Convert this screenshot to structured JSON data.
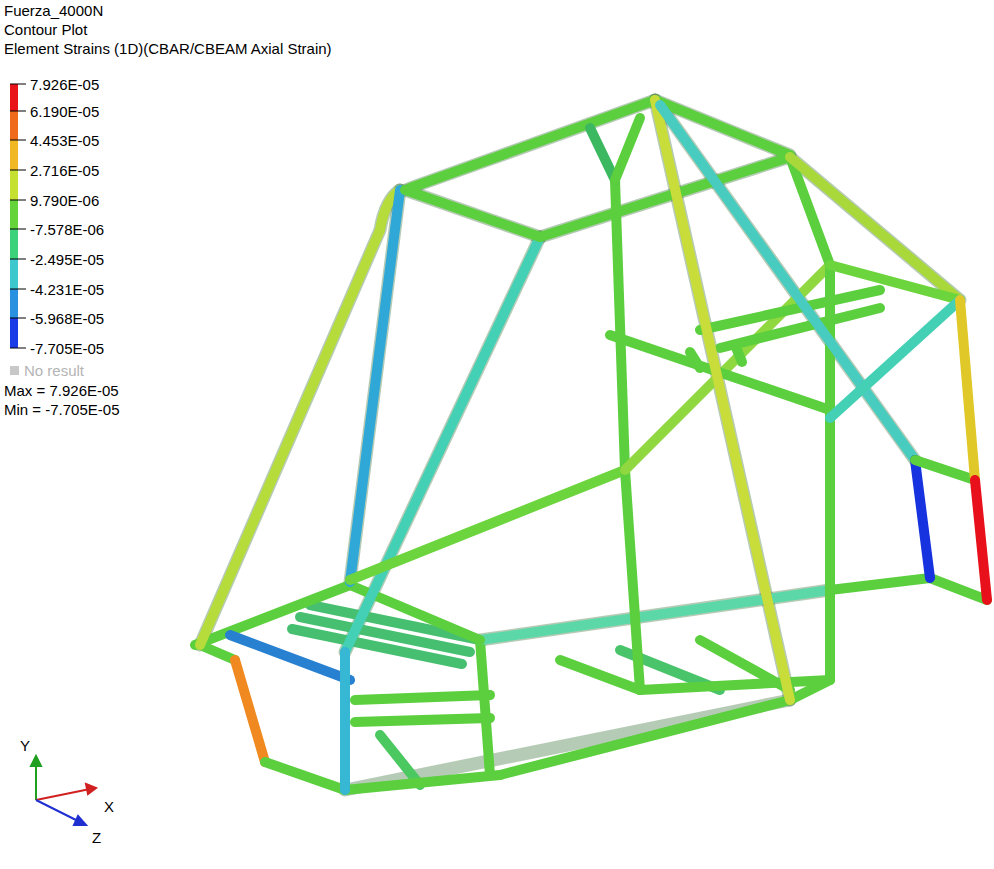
{
  "diagram": {
    "title": "Fuerza_4000N",
    "labels": [
      "Contour Plot",
      "Element Strains (1D)(CBAR/CBEAM Axial Strain)",
      "7.926E-05",
      "6.190E-05",
      "4.453E-05",
      "2.716E-05",
      "9.790E-06",
      "-7.578E-06",
      "-2.495E-05",
      "-4.231E-05",
      "-5.968E-05",
      "-7.705E-05",
      "Max = 7.926E-05",
      "Min = -7.705E-05",
      "Y",
      "X",
      "Z"
    ],
    "legend": [
      {
        "text": "No result",
        "color": "#c8c8c8"
      }
    ]
  }
}
